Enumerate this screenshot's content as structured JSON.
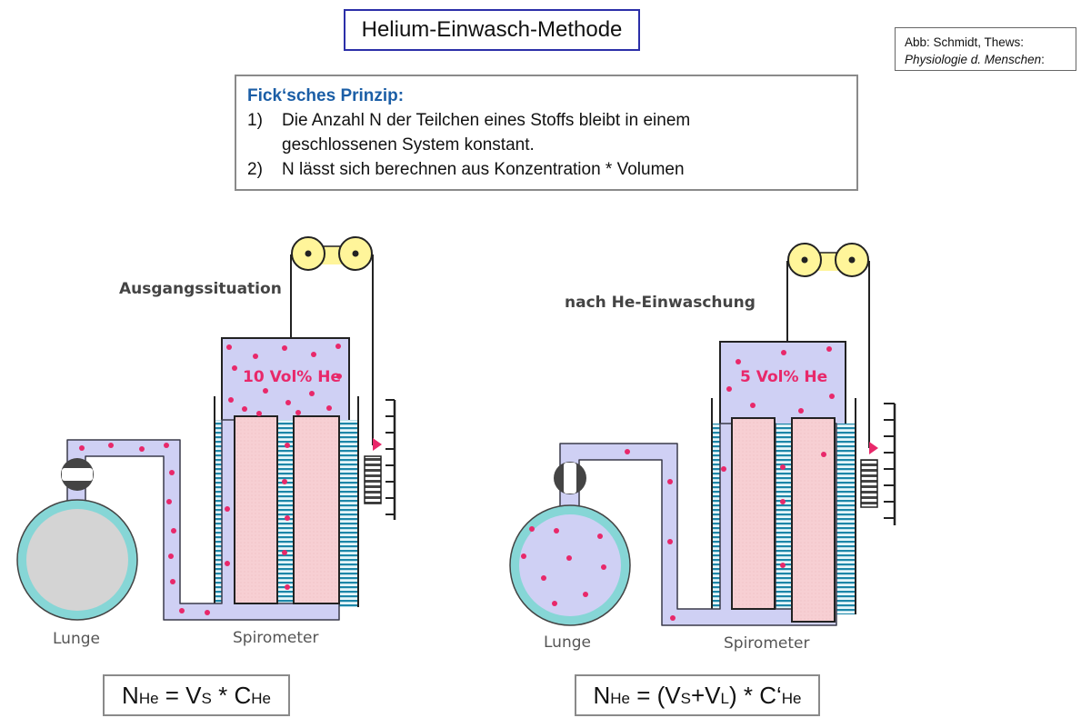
{
  "title": "Helium-Einwasch-Methode",
  "source": {
    "line1": "Abb: Schmidt, Thews:",
    "line2": "Physiologie d. Menschen",
    "line2_suffix": ":"
  },
  "fick": {
    "title": "Fick‘sches Prinzip:",
    "items": [
      {
        "num": "1)",
        "line1": "Die Anzahl N der Teilchen eines Stoffs bleibt in einem",
        "line2": "geschlossenen System konstant."
      },
      {
        "num": "2)",
        "line1": "N lässt sich berechnen aus Konzentration * Volumen",
        "line2": ""
      }
    ]
  },
  "left": {
    "heading": "Ausgangssituation",
    "concentration": "10 Vol% He",
    "lung_label": "Lunge",
    "spirometer_label": "Spirometer"
  },
  "right": {
    "heading": "nach He-Einwaschung",
    "concentration": "5 Vol% He",
    "lung_label": "Lunge",
    "spirometer_label": "Spirometer"
  },
  "formula_left": {
    "n": "N",
    "n_sub": "He",
    "rhs": " = V",
    "v_sub": "S",
    "times": " * C",
    "c_sub": "He"
  },
  "formula_right": {
    "n": "N",
    "n_sub": "He",
    "eq": " = (V",
    "vs_sub": "S",
    "plus": "+V",
    "vl_sub": "L",
    "close": ") * C‘",
    "c_sub": "He"
  },
  "colors": {
    "gas": "#cfd0f4",
    "gas_stroke": "#3a3a4a",
    "particle": "#e8286a",
    "water": "#1c86a8",
    "bell": "#f7cfd3",
    "pulley": "#fff59a",
    "lung_ring": "#86d6d6",
    "lung_inner_empty": "#d4d4d4",
    "title_border": "#2b2fa8",
    "fick_title": "#1b5ea6"
  }
}
